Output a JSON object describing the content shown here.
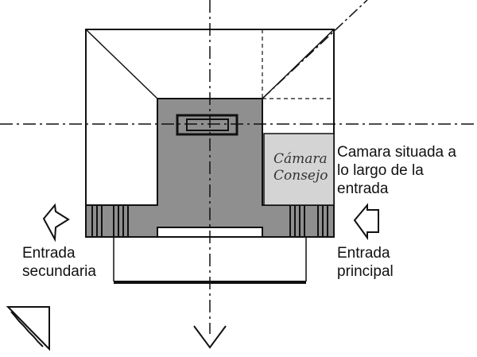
{
  "room_label": [
    "Cámara",
    "Consejo"
  ],
  "annotation": [
    "Camara situada a",
    "lo largo de la",
    "entrada"
  ],
  "secondary_entrance": [
    "Entrada",
    "secundaria"
  ],
  "main_entrance": [
    "Entrada",
    "principal"
  ],
  "colors": {
    "ink": "#111111",
    "core_fill": "#8f8f8f",
    "room_fill": "#d4d4d4",
    "room_text": "#333333"
  },
  "icons": [
    "entrance-arrow-icon",
    "down-arrow-icon",
    "corner-arrow-icon"
  ]
}
